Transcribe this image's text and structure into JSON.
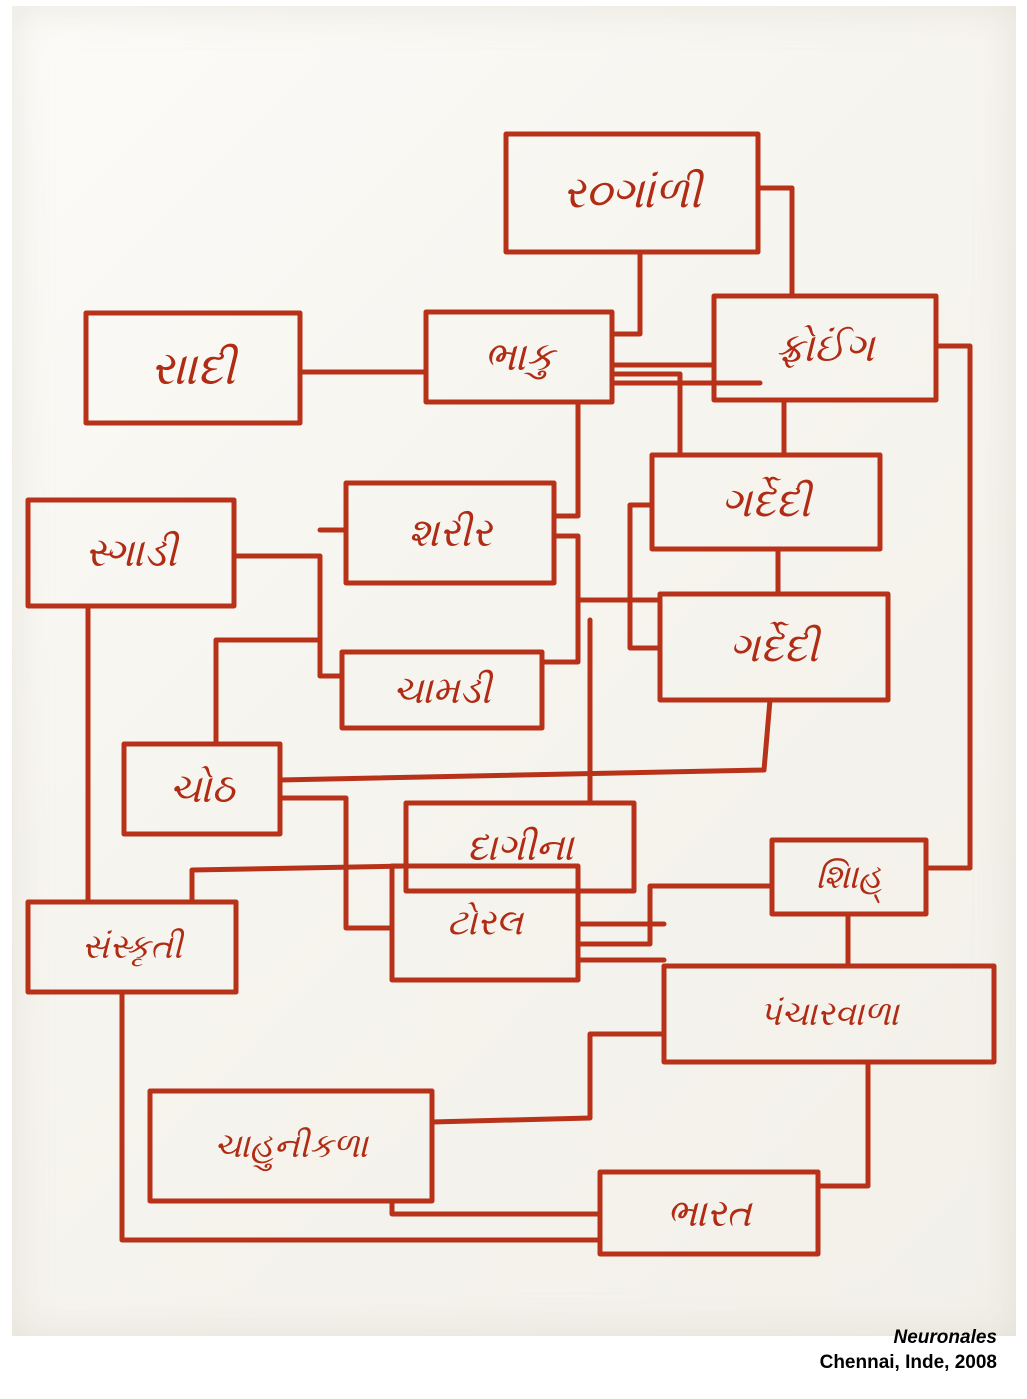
{
  "diagram": {
    "nodes": [
      {
        "id": "n1",
        "label": "ર૦ગાંળી"
      },
      {
        "id": "n2",
        "label": "રાાદી"
      },
      {
        "id": "n3",
        "label": "ભાકુ"
      },
      {
        "id": "n4",
        "label": "ફ્રોઈંગ"
      },
      {
        "id": "n5",
        "label": "સ્ગાડી"
      },
      {
        "id": "n6",
        "label": "શરીર"
      },
      {
        "id": "n7",
        "label": "ગર્દેદી"
      },
      {
        "id": "n8",
        "label": "ગર્દેદી"
      },
      {
        "id": "n9",
        "label": "ચામડી"
      },
      {
        "id": "n10",
        "label": "ચોઠ"
      },
      {
        "id": "n11",
        "label": "દાગીના"
      },
      {
        "id": "n12",
        "label": "શિાહ્"
      },
      {
        "id": "n13",
        "label": "સંસ્કૃતી"
      },
      {
        "id": "n14",
        "label": "ટોરલ"
      },
      {
        "id": "n15",
        "label": "પંચારવાળા"
      },
      {
        "id": "n16",
        "label": "ચાહુનીકળા"
      },
      {
        "id": "n17",
        "label": "ભારત"
      }
    ]
  },
  "caption": {
    "title": "Neuronales",
    "place": "Chennai, Inde, 2008"
  }
}
